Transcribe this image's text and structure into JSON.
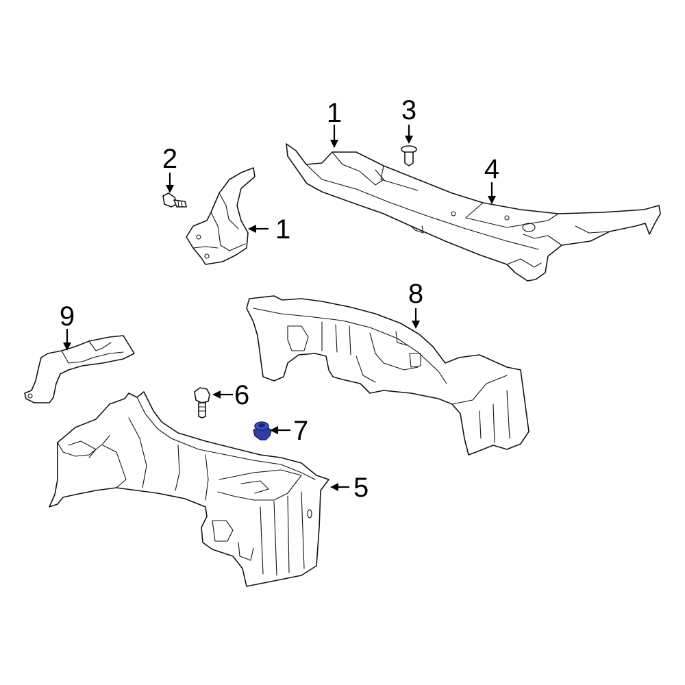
{
  "callouts": [
    {
      "id": "c1a",
      "label": "1"
    },
    {
      "id": "c1b",
      "label": "1"
    },
    {
      "id": "c2",
      "label": "2"
    },
    {
      "id": "c3",
      "label": "3"
    },
    {
      "id": "c4",
      "label": "4"
    },
    {
      "id": "c5",
      "label": "5"
    },
    {
      "id": "c6",
      "label": "6"
    },
    {
      "id": "c7",
      "label": "7"
    },
    {
      "id": "c8",
      "label": "8"
    },
    {
      "id": "c9",
      "label": "9"
    }
  ],
  "colors": {
    "line": "#111111",
    "background": "#ffffff",
    "highlight_part": "#2f3ea3",
    "highlight_edge": "#1a2370"
  }
}
